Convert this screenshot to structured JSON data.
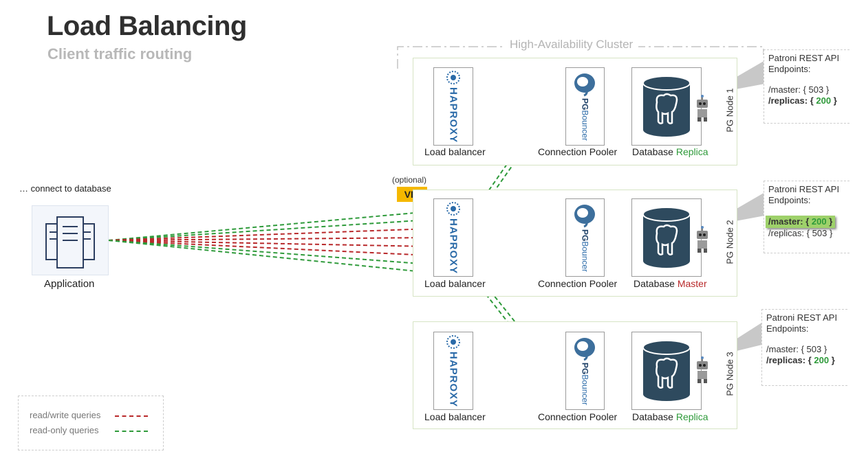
{
  "header": {
    "title": "Load Balancing",
    "subtitle": "Client traffic routing"
  },
  "cluster": {
    "label": "High-Availability Cluster"
  },
  "app": {
    "connect_label": "… connect to database",
    "label": "Application"
  },
  "vip": {
    "optional_label": "(optional)",
    "label": "VIP"
  },
  "nodes": [
    {
      "label": "PG Node 1",
      "haproxy_text": "HAPROXY",
      "lb_caption": "Load balancer",
      "pgb_text_bold": "PG",
      "pgb_text_rest": "Bouncer",
      "pooler_caption": "Connection Pooler",
      "db_caption_prefix": "Database",
      "db_role": "Replica",
      "api": {
        "title": "Patroni REST API Endpoints:",
        "master_prefix": "/master: {",
        "master_code": "503",
        "master_suffix": "}",
        "replicas_prefix": "/replicas: {",
        "replicas_code": "200",
        "replicas_suffix": "}"
      }
    },
    {
      "label": "PG Node 2",
      "haproxy_text": "HAPROXY",
      "lb_caption": "Load balancer",
      "pgb_text_bold": "PG",
      "pgb_text_rest": "Bouncer",
      "pooler_caption": "Connection Pooler",
      "db_caption_prefix": "Database",
      "db_role": "Master",
      "api": {
        "title": "Patroni REST API Endpoints:",
        "master_prefix": "/master: {",
        "master_code": "200",
        "master_suffix": "}",
        "replicas_prefix": "/replicas: {",
        "replicas_code": "503",
        "replicas_suffix": "}"
      }
    },
    {
      "label": "PG Node 3",
      "haproxy_text": "HAPROXY",
      "lb_caption": "Load balancer",
      "pgb_text_bold": "PG",
      "pgb_text_rest": "Bouncer",
      "pooler_caption": "Connection Pooler",
      "db_caption_prefix": "Database",
      "db_role": "Replica",
      "api": {
        "title": "Patroni REST API Endpoints:",
        "master_prefix": "/master: {",
        "master_code": "503",
        "master_suffix": "}",
        "replicas_prefix": "/replicas: {",
        "replicas_code": "200",
        "replicas_suffix": "}"
      }
    }
  ],
  "legend": {
    "rw_label": "read/write queries",
    "ro_label": "read-only queries",
    "rw_color": "#b8282a",
    "ro_color": "#2e9a3a"
  }
}
